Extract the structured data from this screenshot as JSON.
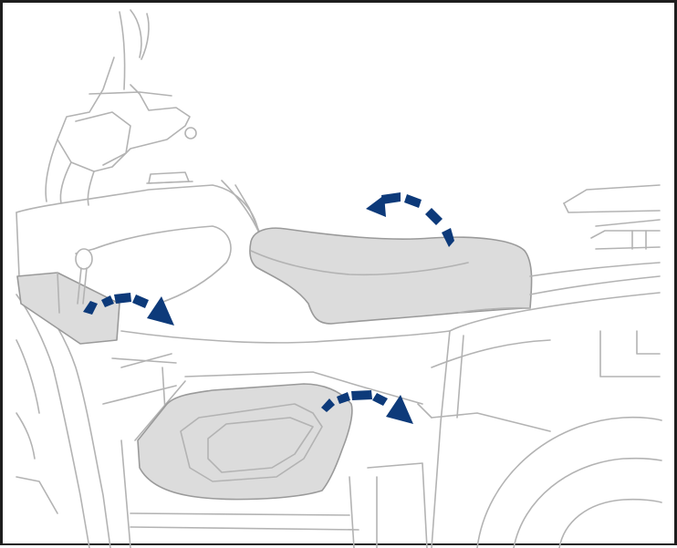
{
  "illustration": {
    "subject": "atv-side-panels-removal",
    "highlighted_parts": [
      "seat",
      "left-front-panel",
      "left-side-panel"
    ],
    "arrow_color": "#0d3a7a",
    "panel_fill": "#dcdcdc",
    "line_color": "#b3b3b3",
    "border_color": "#1e1e1e"
  }
}
